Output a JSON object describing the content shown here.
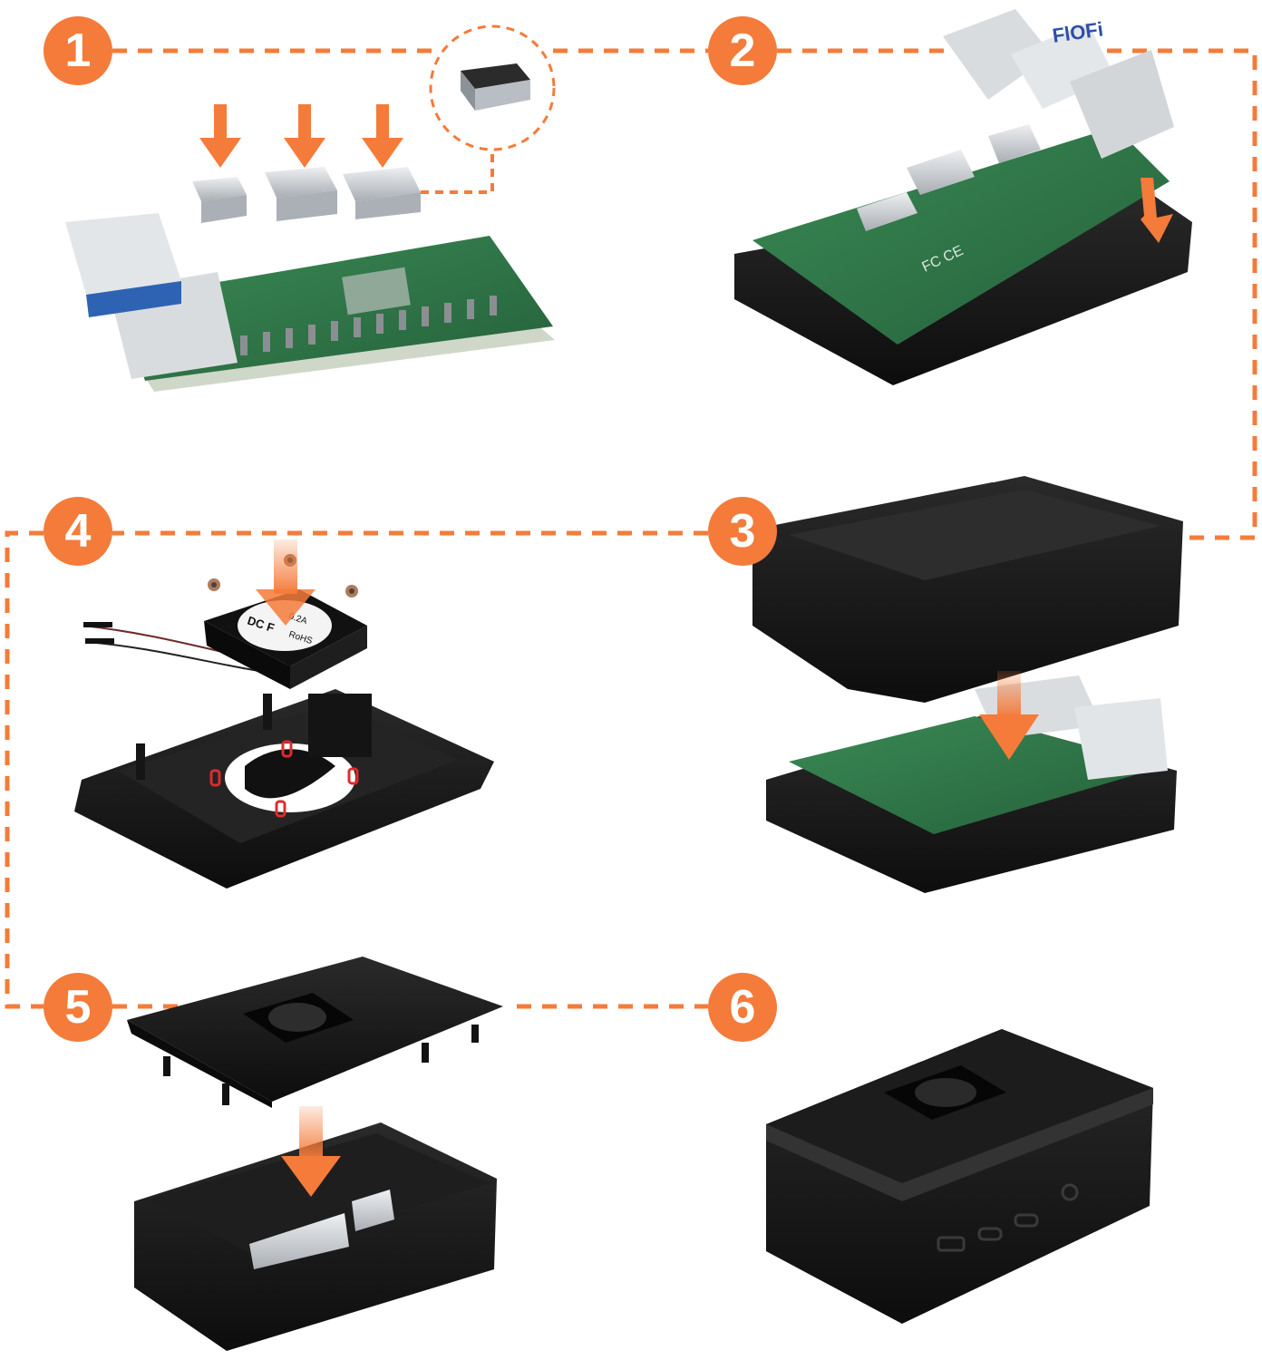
{
  "steps": [
    {
      "label": "1",
      "description": "Attach heatsinks to board"
    },
    {
      "label": "2",
      "description": "Place board into case bottom"
    },
    {
      "label": "3",
      "description": "Attach case middle frame"
    },
    {
      "label": "4",
      "description": "Mount fan onto top cover"
    },
    {
      "label": "5",
      "description": "Attach top cover"
    },
    {
      "label": "6",
      "description": "Assembled case"
    }
  ],
  "fan_label": {
    "line1": "DC F",
    "line2": "0.2A",
    "line3": "RoHS"
  },
  "board_silk": {
    "usb": "FlOFi",
    "fcc": "FC CE"
  },
  "colors": {
    "accent": "#f47b3a",
    "case": "#1a1a1a",
    "pcb": "#2f7a4a",
    "metal": "#c9cdd2"
  }
}
